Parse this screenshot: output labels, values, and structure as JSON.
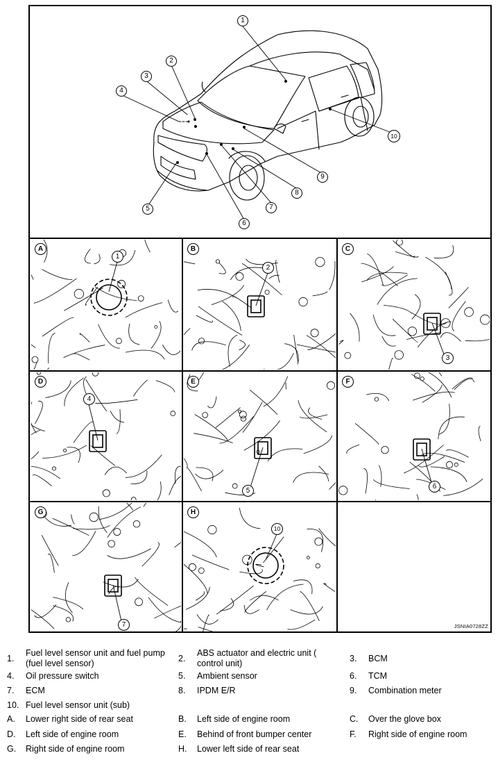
{
  "figure": {
    "overview_callouts": [
      "1",
      "2",
      "3",
      "4",
      "5",
      "6",
      "7",
      "8",
      "9",
      "10"
    ],
    "panels": [
      {
        "letter": "A",
        "callout": "1"
      },
      {
        "letter": "B",
        "callout": "2"
      },
      {
        "letter": "C",
        "callout": "3"
      },
      {
        "letter": "D",
        "callout": "4"
      },
      {
        "letter": "E",
        "callout": "5"
      },
      {
        "letter": "F",
        "callout": "6"
      },
      {
        "letter": "G",
        "callout": "7"
      },
      {
        "letter": "H",
        "callout": "10"
      }
    ],
    "reference_code": "JSNIA0728ZZ"
  },
  "legend": {
    "items": [
      {
        "id": "1",
        "label": "1.",
        "text": "Fuel level sensor unit and fuel pump (fuel level sensor)"
      },
      {
        "id": "2",
        "label": "2.",
        "text": "ABS actuator and electric unit ( control unit)"
      },
      {
        "id": "3",
        "label": "3.",
        "text": "BCM"
      },
      {
        "id": "4",
        "label": "4.",
        "text": "Oil pressure switch"
      },
      {
        "id": "5",
        "label": "5.",
        "text": "Ambient sensor"
      },
      {
        "id": "6",
        "label": "6.",
        "text": "TCM"
      },
      {
        "id": "7",
        "label": "7.",
        "text": "ECM"
      },
      {
        "id": "8",
        "label": "8.",
        "text": "IPDM E/R"
      },
      {
        "id": "9",
        "label": "9.",
        "text": "Combination meter"
      },
      {
        "id": "10",
        "label": "10.",
        "text": "Fuel level sensor unit (sub)"
      },
      {
        "id": "A",
        "label": "A.",
        "text": "Lower right side of rear seat"
      },
      {
        "id": "B",
        "label": "B.",
        "text": "Left side of engine room"
      },
      {
        "id": "C",
        "label": "C.",
        "text": "Over the glove box"
      },
      {
        "id": "D",
        "label": "D.",
        "text": "Left side of engine room"
      },
      {
        "id": "E",
        "label": "E.",
        "text": "Behind of front bumper center"
      },
      {
        "id": "F",
        "label": "F.",
        "text": "Right side of engine room"
      },
      {
        "id": "G",
        "label": "G.",
        "text": "Right side of engine room"
      },
      {
        "id": "H",
        "label": "H.",
        "text": "Lower left side of rear seat"
      }
    ]
  }
}
